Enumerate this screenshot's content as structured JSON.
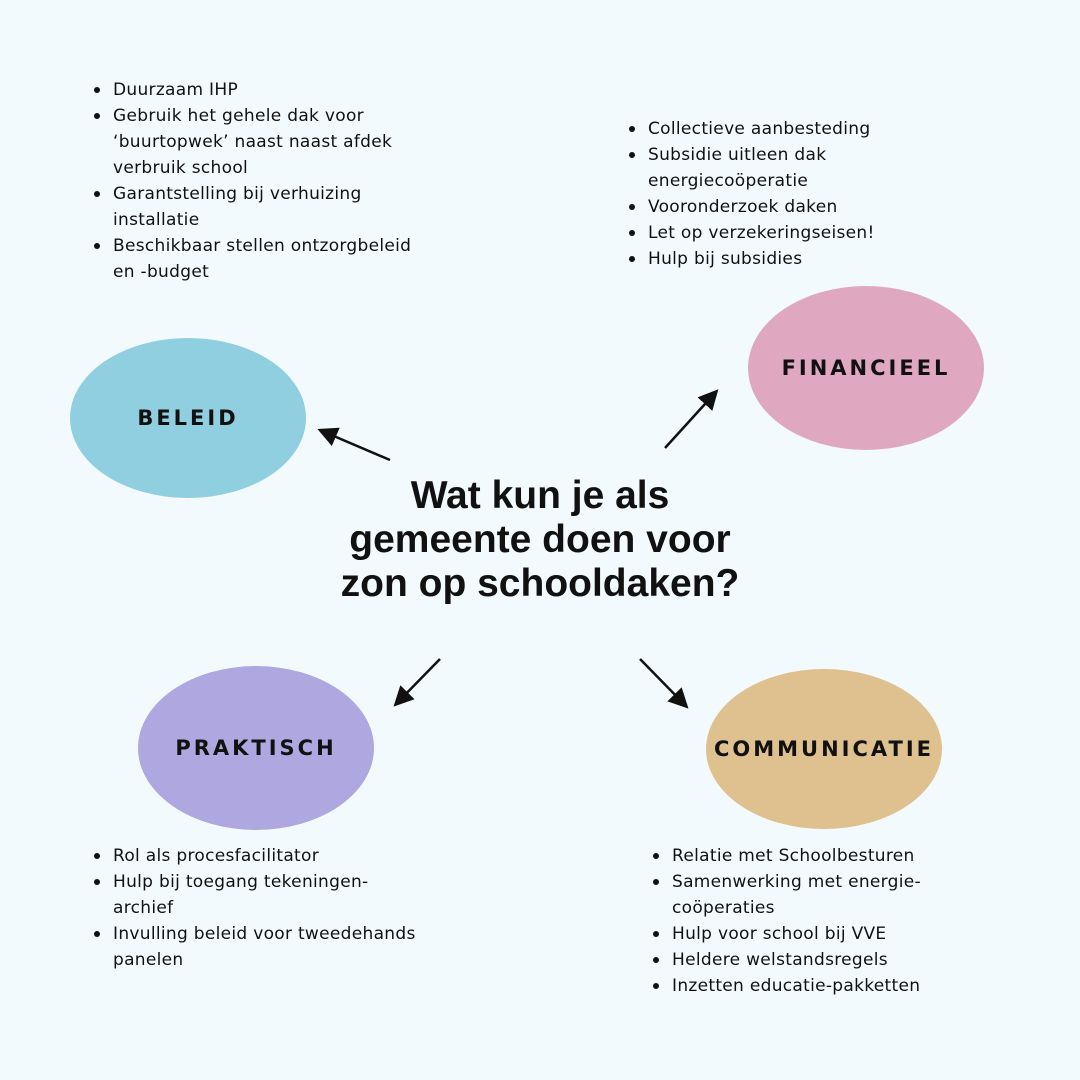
{
  "title": "Wat kun je als\ngemeente doen voor\nzon op schooldaken?",
  "colors": {
    "background": "#f3fafd",
    "beleid": "#8fcfe0",
    "financieel": "#dfa8c0",
    "praktisch": "#afa8e0",
    "communicatie": "#dfc08f"
  },
  "beleid": {
    "label": "BELEID",
    "items": [
      "Duurzaam IHP",
      "Gebruik het gehele dak voor\n‘buurtopwek’ naast naast afdek\nverbruik school",
      "Garantstelling bij verhuizing\ninstallatie",
      "Beschikbaar stellen ontzorgbeleid\nen -budget"
    ]
  },
  "financieel": {
    "label": "FINANCIEEL",
    "items": [
      "Collectieve aanbesteding",
      "Subsidie uitleen dak\nenergiecoöperatie",
      "Vooronderzoek daken",
      "Let op verzekeringseisen!",
      "Hulp bij subsidies"
    ]
  },
  "praktisch": {
    "label": "PRAKTISCH",
    "items": [
      "Rol als procesfacilitator",
      "Hulp bij toegang tekeningen-\narchief",
      "Invulling beleid voor tweedehands\npanelen"
    ]
  },
  "communicatie": {
    "label": "COMMUNICATIE",
    "items": [
      "Relatie met Schoolbesturen",
      "Samenwerking met energie-\ncoöperaties",
      "Hulp voor school bij VVE",
      "Heldere welstandsregels",
      "Inzetten educatie-pakketten"
    ]
  }
}
